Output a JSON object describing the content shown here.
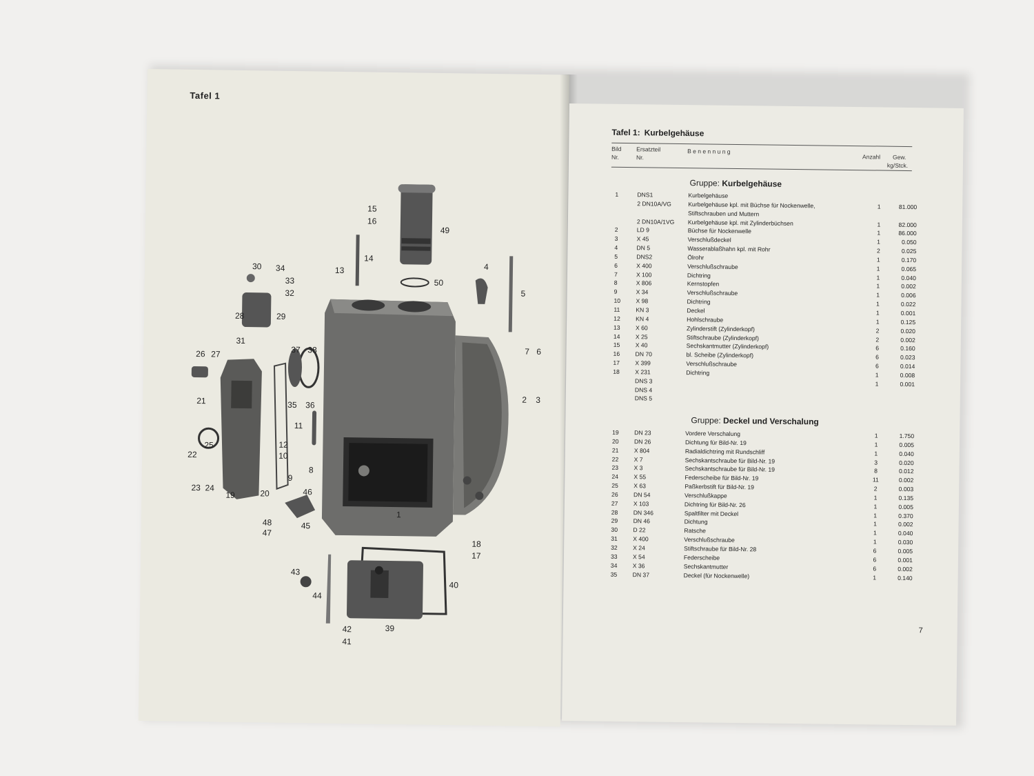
{
  "left_page": {
    "tafel_label": "Tafel 1",
    "callouts": [
      "1",
      "2",
      "3",
      "4",
      "5",
      "6",
      "7",
      "8",
      "9",
      "10",
      "11",
      "12",
      "13",
      "14",
      "15",
      "16",
      "17",
      "18",
      "19",
      "20",
      "21",
      "22",
      "23",
      "24",
      "25",
      "26",
      "27",
      "28",
      "29",
      "30",
      "31",
      "32",
      "33",
      "34",
      "35",
      "36",
      "37",
      "38",
      "39",
      "40",
      "41",
      "42",
      "43",
      "44",
      "45",
      "46",
      "47",
      "48",
      "49",
      "50"
    ]
  },
  "right_page": {
    "title_prefix": "Tafel 1:",
    "title_main": "Kurbelgehäuse",
    "headers": {
      "bild": "Bild",
      "bild_nr": "Nr.",
      "ersatzteil": "Ersatzteil",
      "ersatzteil_nr": "Nr.",
      "benennung": "B e n e n n u n g",
      "anzahl": "Anzahl",
      "gew": "Gew.",
      "gew_unit": "kg/Stck."
    },
    "groups": [
      {
        "label": "Gruppe:",
        "name": "Kurbelgehäuse",
        "rows": [
          {
            "bild": "1",
            "nr": "DNS1",
            "benennung": "Kurbelgehäuse",
            "anzahl": "",
            "gew": ""
          },
          {
            "bild": "",
            "nr": "2 DN10A/VG",
            "benennung": "Kurbelgehäuse kpl. mit Büchse für Nockenwelle,",
            "anzahl": "1",
            "gew": "81.000"
          },
          {
            "bild": "",
            "nr": "",
            "benennung": "Stiftschrauben und Muttern",
            "anzahl": "",
            "gew": ""
          },
          {
            "bild": "",
            "nr": "2 DN10A/1VG",
            "benennung": "Kurbelgehäuse kpl. mit Zylinderbüchsen",
            "anzahl": "1",
            "gew": "82.000"
          },
          {
            "bild": "2",
            "nr": "LD 9",
            "benennung": "Büchse für Nockenwelle",
            "anzahl": "1",
            "gew": "86.000"
          },
          {
            "bild": "3",
            "nr": "X 45",
            "benennung": "Verschlußdeckel",
            "anzahl": "1",
            "gew": "0.050"
          },
          {
            "bild": "4",
            "nr": "DN 5",
            "benennung": "Wasserablaßhahn kpl. mit Rohr",
            "anzahl": "2",
            "gew": "0.025"
          },
          {
            "bild": "5",
            "nr": "DNS2",
            "benennung": "Ölrohr",
            "anzahl": "1",
            "gew": "0.170"
          },
          {
            "bild": "6",
            "nr": "X 400",
            "benennung": "Verschlußschraube",
            "anzahl": "1",
            "gew": "0.065"
          },
          {
            "bild": "7",
            "nr": "X 100",
            "benennung": "Dichtring",
            "anzahl": "1",
            "gew": "0.040"
          },
          {
            "bild": "8",
            "nr": "X 806",
            "benennung": "Kernstopfen",
            "anzahl": "1",
            "gew": "0.002"
          },
          {
            "bild": "9",
            "nr": "X 34",
            "benennung": "Verschlußschraube",
            "anzahl": "1",
            "gew": "0.006"
          },
          {
            "bild": "10",
            "nr": "X 98",
            "benennung": "Dichtring",
            "anzahl": "1",
            "gew": "0.022"
          },
          {
            "bild": "11",
            "nr": "KN 3",
            "benennung": "Deckel",
            "anzahl": "1",
            "gew": "0.001"
          },
          {
            "bild": "12",
            "nr": "KN 4",
            "benennung": "Hohlschraube",
            "anzahl": "1",
            "gew": "0.125"
          },
          {
            "bild": "13",
            "nr": "X 60",
            "benennung": "Zylinderstift (Zylinderkopf)",
            "anzahl": "2",
            "gew": "0.020"
          },
          {
            "bild": "14",
            "nr": "X 25",
            "benennung": "Stiftschraube (Zylinderkopf)",
            "anzahl": "2",
            "gew": "0.002"
          },
          {
            "bild": "15",
            "nr": "X 40",
            "benennung": "Sechskantmutter (Zylinderkopf)",
            "anzahl": "6",
            "gew": "0.160"
          },
          {
            "bild": "16",
            "nr": "DN 70",
            "benennung": "bl. Scheibe (Zylinderkopf)",
            "anzahl": "6",
            "gew": "0.023"
          },
          {
            "bild": "17",
            "nr": "X 399",
            "benennung": "Verschlußschraube",
            "anzahl": "6",
            "gew": "0.014"
          },
          {
            "bild": "18",
            "nr": "X 231",
            "benennung": "Dichtring",
            "anzahl": "1",
            "gew": "0.008"
          },
          {
            "bild": "",
            "nr": "DNS 3",
            "benennung": "",
            "anzahl": "1",
            "gew": "0.001"
          },
          {
            "bild": "",
            "nr": "DNS 4",
            "benennung": "",
            "anzahl": "",
            "gew": ""
          },
          {
            "bild": "",
            "nr": "DNS 5",
            "benennung": "",
            "anzahl": "",
            "gew": ""
          }
        ]
      },
      {
        "label": "Gruppe:",
        "name": "Deckel und Verschalung",
        "rows": [
          {
            "bild": "19",
            "nr": "DN 23",
            "benennung": "Vordere Verschalung",
            "anzahl": "1",
            "gew": "1.750"
          },
          {
            "bild": "20",
            "nr": "DN 26",
            "benennung": "Dichtung für Bild-Nr. 19",
            "anzahl": "1",
            "gew": "0.005"
          },
          {
            "bild": "21",
            "nr": "X 804",
            "benennung": "Radialdichtring mit Rundschliff",
            "anzahl": "1",
            "gew": "0.040"
          },
          {
            "bild": "22",
            "nr": "X 7",
            "benennung": "Sechskantschraube für Bild-Nr. 19",
            "anzahl": "3",
            "gew": "0.020"
          },
          {
            "bild": "23",
            "nr": "X 3",
            "benennung": "Sechskantschraube für Bild-Nr. 19",
            "anzahl": "8",
            "gew": "0.012"
          },
          {
            "bild": "24",
            "nr": "X 55",
            "benennung": "Federscheibe für Bild-Nr. 19",
            "anzahl": "11",
            "gew": "0.002"
          },
          {
            "bild": "25",
            "nr": "X 63",
            "benennung": "Paßkerbstift für Bild-Nr. 19",
            "anzahl": "2",
            "gew": "0.003"
          },
          {
            "bild": "26",
            "nr": "DN 54",
            "benennung": "Verschlußkappe",
            "anzahl": "1",
            "gew": "0.135"
          },
          {
            "bild": "27",
            "nr": "X 103",
            "benennung": "Dichtring für Bild-Nr. 26",
            "anzahl": "1",
            "gew": "0.005"
          },
          {
            "bild": "28",
            "nr": "DN 346",
            "benennung": "Spaltfilter mit Deckel",
            "anzahl": "1",
            "gew": "0.370"
          },
          {
            "bild": "29",
            "nr": "DN 46",
            "benennung": "Dichtung",
            "anzahl": "1",
            "gew": "0.002"
          },
          {
            "bild": "30",
            "nr": "D 22",
            "benennung": "Ratsche",
            "anzahl": "1",
            "gew": "0.040"
          },
          {
            "bild": "31",
            "nr": "X 400",
            "benennung": "Verschlußschraube",
            "anzahl": "1",
            "gew": "0.030"
          },
          {
            "bild": "32",
            "nr": "X 24",
            "benennung": "Stiftschraube für Bild-Nr. 28",
            "anzahl": "6",
            "gew": "0.005"
          },
          {
            "bild": "33",
            "nr": "X 54",
            "benennung": "Federscheibe",
            "anzahl": "6",
            "gew": "0.001"
          },
          {
            "bild": "34",
            "nr": "X 36",
            "benennung": "Sechskantmutter",
            "anzahl": "6",
            "gew": "0.002"
          },
          {
            "bild": "35",
            "nr": "DN 37",
            "benennung": "Deckel (für Nockenwelle)",
            "anzahl": "1",
            "gew": "0.140"
          }
        ]
      }
    ],
    "page_number": "7"
  }
}
